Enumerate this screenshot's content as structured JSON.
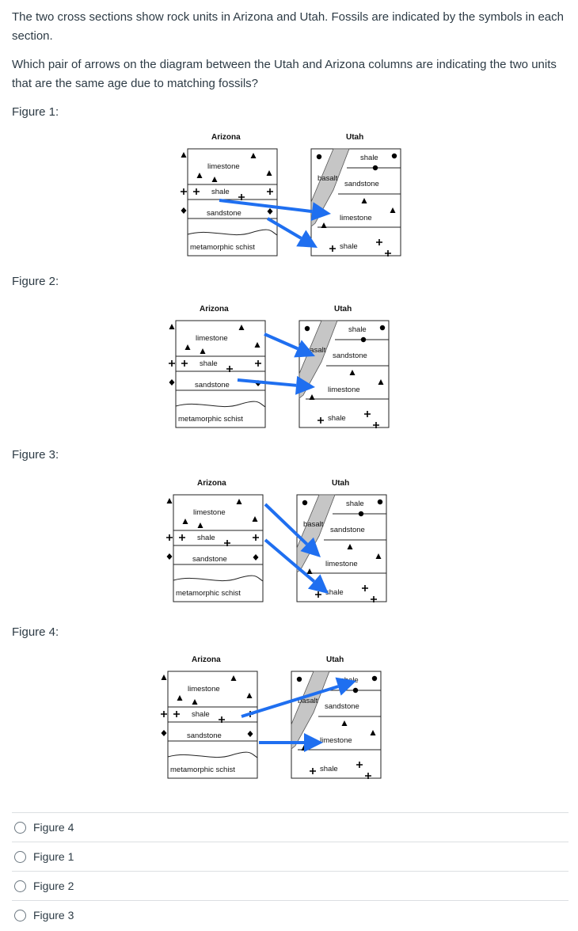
{
  "question": {
    "intro": "The two cross sections show rock units in Arizona and Utah.  Fossils are indicated by the symbols in each section.",
    "prompt": "Which pair of arrows on the diagram between the Utah and Arizona columns are indicating the two units that are the same age due to matching fossils?"
  },
  "figures": [
    {
      "label": "Figure 1:"
    },
    {
      "label": "Figure 2:"
    },
    {
      "label": "Figure 3:"
    },
    {
      "label": "Figure 4:"
    }
  ],
  "diagram": {
    "arizona_title": "Arizona",
    "utah_title": "Utah",
    "arizona_units": [
      "limestone",
      "shale",
      "sandstone",
      "metamorphic schist"
    ],
    "utah_units": [
      "shale",
      "basalt",
      "sandstone",
      "limestone",
      "shale"
    ]
  },
  "options": [
    {
      "label": "Figure 4"
    },
    {
      "label": "Figure 1"
    },
    {
      "label": "Figure 2"
    },
    {
      "label": "Figure 3"
    }
  ],
  "colors": {
    "arrow": "#1f6ff0",
    "basalt": "#c6c6c6"
  }
}
